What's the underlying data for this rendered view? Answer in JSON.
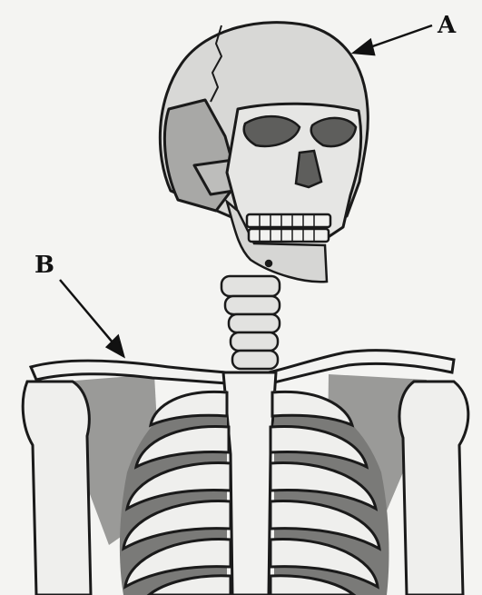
{
  "diagram": {
    "labels": [
      {
        "id": "A",
        "text": "A"
      },
      {
        "id": "B",
        "text": "B"
      }
    ]
  },
  "colors": {
    "background": "#f4f4f2",
    "bone_light": "#f2f2f0",
    "bone_mid": "#c9c9c7",
    "bone_shadow": "#9a9a98",
    "cavity": "#5e5e5c",
    "outline": "#1a1a1a"
  }
}
